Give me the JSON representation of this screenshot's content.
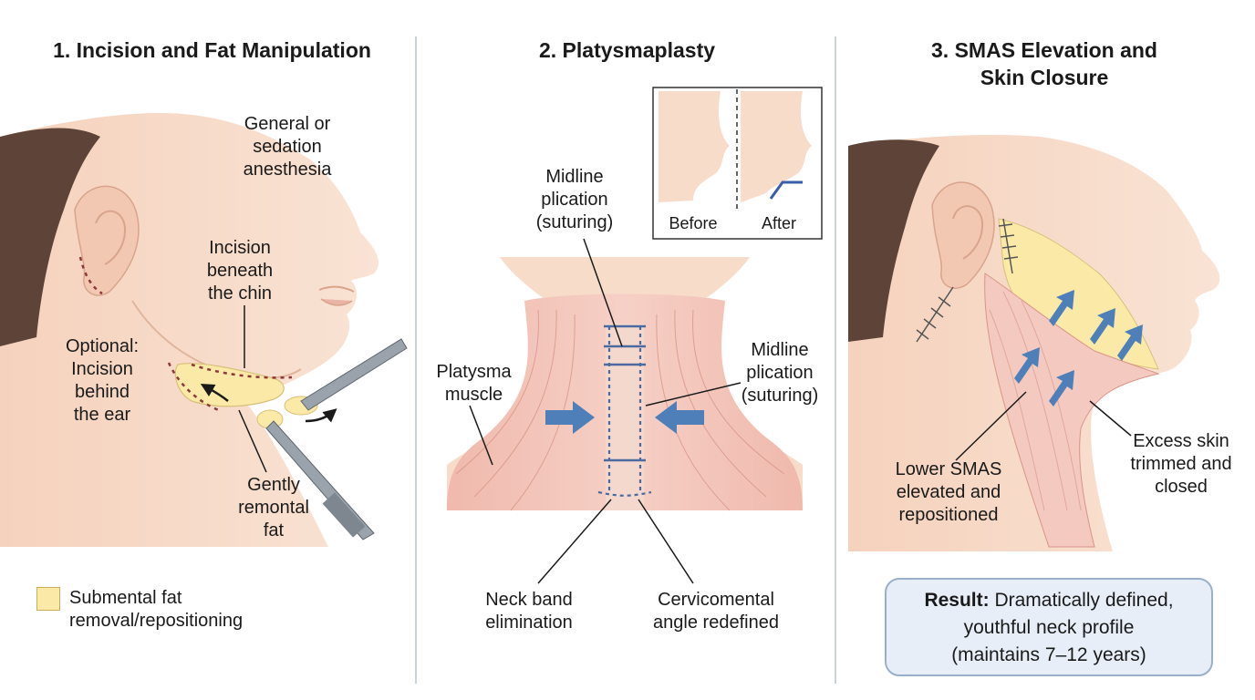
{
  "panels": [
    {
      "title": "1. Incision and Fat Manipulation"
    },
    {
      "title": "2. Platysmaplasty"
    },
    {
      "title_line1": "3. SMAS Elevation and",
      "title_line2": "Skin Closure"
    }
  ],
  "panel1": {
    "anesthesia": [
      "General or",
      "sedation",
      "anesthesia"
    ],
    "incision_chin": [
      "Incision",
      "beneath",
      "the chin"
    ],
    "optional_ear": [
      "Optional:",
      "Incision",
      "behind",
      "the ear"
    ],
    "remontal": [
      "Gently",
      "remontal",
      "fat"
    ],
    "legend": [
      "Submental fat",
      "removal/repositioning"
    ]
  },
  "panel2": {
    "midline_top": [
      "Midline",
      "plication",
      "(suturing)"
    ],
    "midline_right": [
      "Midline",
      "plication",
      "(suturing)"
    ],
    "platysma": [
      "Platysma",
      "muscle"
    ],
    "neck_band": [
      "Neck band",
      "elimination"
    ],
    "cervicomental": [
      "Cervicomental",
      "angle redefined"
    ],
    "inset_before": "Before",
    "inset_after": "After"
  },
  "panel3": {
    "lower_smas": [
      "Lower SMAS",
      "elevated and",
      "repositioned"
    ],
    "excess_skin": [
      "Excess skin",
      "trimmed and",
      "closed"
    ],
    "result_bold": "Result:",
    "result_text1": " Dramatically defined,",
    "result_text2": "youthful neck profile",
    "result_text3": "(maintains 7–12 years)"
  },
  "colors": {
    "skin": "#f7dcc9",
    "hair": "#5e4438",
    "muscle": "#eeb3a8",
    "fat": "#fbeaa7",
    "arrow_blue": "#4f7fb8",
    "divider": "#c7d3df"
  }
}
